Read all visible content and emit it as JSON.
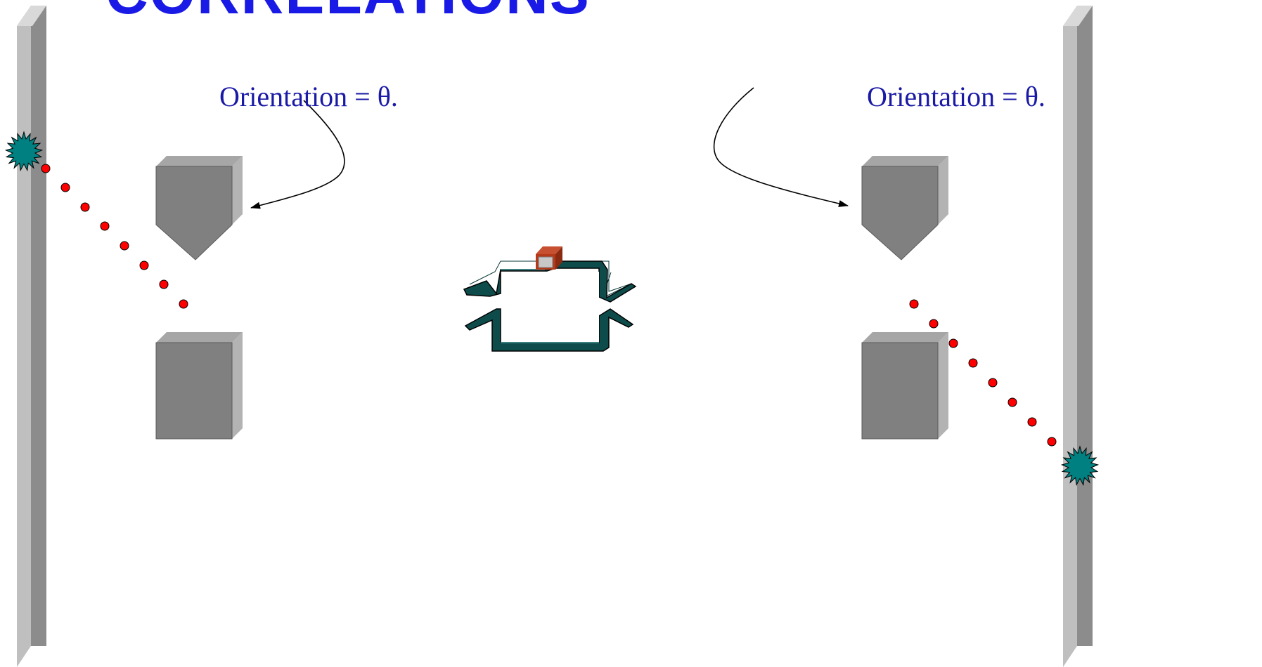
{
  "slide": {
    "title": "CORRELATIONS"
  },
  "left_setup": {
    "orientation_label": "Orientation = θ."
  },
  "right_setup": {
    "orientation_label": "Orientation = θ."
  },
  "colors": {
    "title": "#1a1ae6",
    "label_text": "#1a1aa6",
    "detector_gray": "#808080",
    "screen_light": "#c0c0c0",
    "photon_dot": "#ff0000",
    "detection_flash": "#008080",
    "source_loop": "#0e4c4c",
    "source_box": "#b53a1a"
  },
  "icons": [
    "screen-wall",
    "polarizer-icon",
    "detector-icon",
    "flash-icon",
    "photon-dot",
    "source-loop-icon"
  ]
}
